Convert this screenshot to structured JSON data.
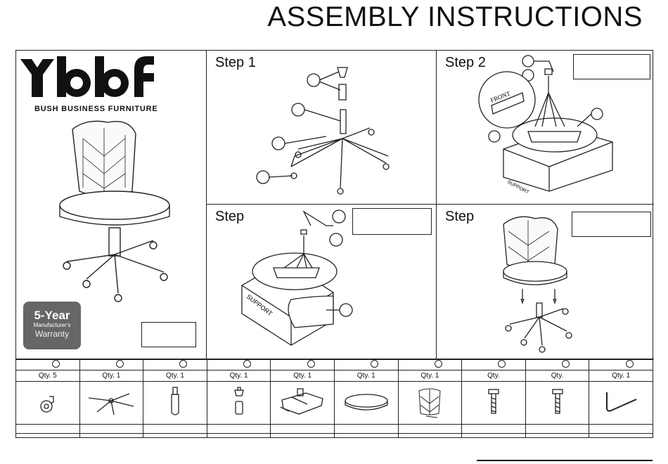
{
  "header": {
    "title": "ASSEMBLY INSTRUCTIONS"
  },
  "brand": {
    "logo_letters": "bbf",
    "name": "BUSH BUSINESS FURNITURE"
  },
  "warranty": {
    "line1": "5-Year",
    "line2": "Manufacturer's",
    "line3": "Warranty",
    "color": "#666666"
  },
  "steps": [
    {
      "label": "Step 1"
    },
    {
      "label": "Step 2"
    },
    {
      "label": "Step"
    },
    {
      "label": "Step"
    }
  ],
  "support_label": "SUPPORT",
  "front_label": "FRONT",
  "parts": [
    {
      "qty": "Qty. 5",
      "icon": "caster-icon"
    },
    {
      "qty": "Qty. 1",
      "icon": "base-icon"
    },
    {
      "qty": "Qty. 1",
      "icon": "gas-cylinder-icon"
    },
    {
      "qty": "Qty. 1",
      "icon": "cylinder-cover-icon"
    },
    {
      "qty": "Qty. 1",
      "icon": "mechanism-icon"
    },
    {
      "qty": "Qty. 1",
      "icon": "seat-icon"
    },
    {
      "qty": "Qty. 1",
      "icon": "backrest-icon"
    },
    {
      "qty": "Qty.",
      "icon": "bolt-icon"
    },
    {
      "qty": "Qty.",
      "icon": "bolt-icon"
    },
    {
      "qty": "Qty. 1",
      "icon": "allen-key-icon"
    }
  ]
}
